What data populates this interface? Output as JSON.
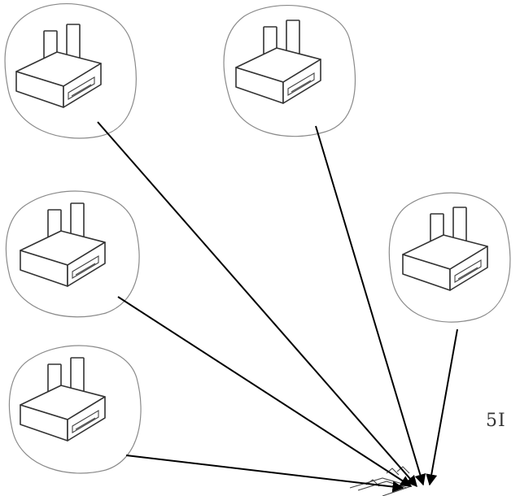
{
  "side_label": "5I",
  "plugs": [
    {
      "name": "plug-top-left"
    },
    {
      "name": "plug-top-middle"
    },
    {
      "name": "plug-middle-left"
    },
    {
      "name": "plug-right"
    },
    {
      "name": "plug-bottom-left"
    }
  ],
  "colors": {
    "outline": "#333333",
    "blob": "#8a8a8a",
    "arrow": "#000000"
  }
}
